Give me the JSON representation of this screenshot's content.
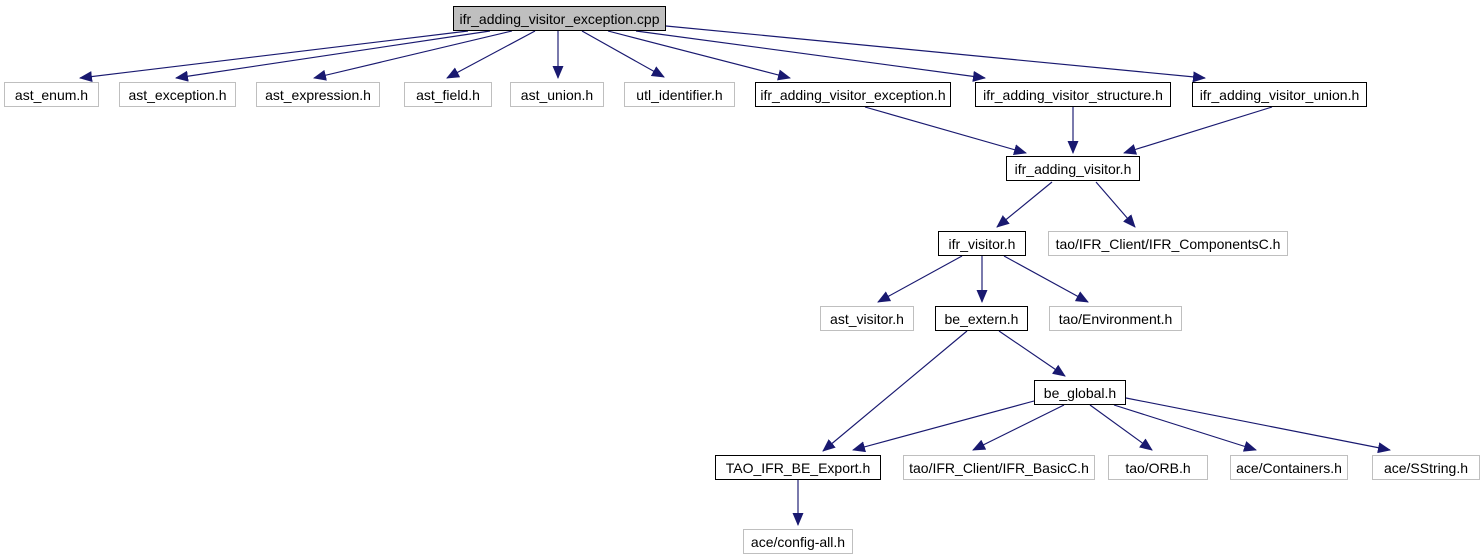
{
  "diagram": {
    "type": "include-dependency-graph",
    "colors": {
      "background": "#ffffff",
      "edge": "#191970",
      "node_fill": "#ffffff",
      "root_fill": "#bfbfbf",
      "linked_border": "#000000",
      "plain_border": "#bfbfbf",
      "text": "#000000"
    },
    "nodes": [
      {
        "id": "root",
        "label": "ifr_adding_visitor_exception.cpp",
        "kind": "root"
      },
      {
        "id": "ast-enum",
        "label": "ast_enum.h",
        "kind": "plain"
      },
      {
        "id": "ast-exception",
        "label": "ast_exception.h",
        "kind": "plain"
      },
      {
        "id": "ast-expression",
        "label": "ast_expression.h",
        "kind": "plain"
      },
      {
        "id": "ast-field",
        "label": "ast_field.h",
        "kind": "plain"
      },
      {
        "id": "ast-union",
        "label": "ast_union.h",
        "kind": "plain"
      },
      {
        "id": "utl-identifier",
        "label": "utl_identifier.h",
        "kind": "plain"
      },
      {
        "id": "ifr-ave",
        "label": "ifr_adding_visitor_exception.h",
        "kind": "linked"
      },
      {
        "id": "ifr-avs",
        "label": "ifr_adding_visitor_structure.h",
        "kind": "linked"
      },
      {
        "id": "ifr-avu",
        "label": "ifr_adding_visitor_union.h",
        "kind": "linked"
      },
      {
        "id": "ifr-av",
        "label": "ifr_adding_visitor.h",
        "kind": "linked"
      },
      {
        "id": "ifr-visitor",
        "label": "ifr_visitor.h",
        "kind": "linked"
      },
      {
        "id": "ifr-componentsc",
        "label": "tao/IFR_Client/IFR_ComponentsC.h",
        "kind": "plain"
      },
      {
        "id": "ast-visitor",
        "label": "ast_visitor.h",
        "kind": "plain"
      },
      {
        "id": "be-extern",
        "label": "be_extern.h",
        "kind": "linked"
      },
      {
        "id": "tao-environment",
        "label": "tao/Environment.h",
        "kind": "plain"
      },
      {
        "id": "be-global",
        "label": "be_global.h",
        "kind": "linked"
      },
      {
        "id": "tao-ifr-export",
        "label": "TAO_IFR_BE_Export.h",
        "kind": "linked"
      },
      {
        "id": "ifr-basicc",
        "label": "tao/IFR_Client/IFR_BasicC.h",
        "kind": "plain"
      },
      {
        "id": "tao-orb",
        "label": "tao/ORB.h",
        "kind": "plain"
      },
      {
        "id": "ace-containers",
        "label": "ace/Containers.h",
        "kind": "plain"
      },
      {
        "id": "ace-sstring",
        "label": "ace/SString.h",
        "kind": "plain"
      },
      {
        "id": "ace-config-all",
        "label": "ace/config-all.h",
        "kind": "plain"
      }
    ],
    "edges": [
      {
        "from": "root",
        "to": "ast-enum"
      },
      {
        "from": "root",
        "to": "ast-exception"
      },
      {
        "from": "root",
        "to": "ast-expression"
      },
      {
        "from": "root",
        "to": "ast-field"
      },
      {
        "from": "root",
        "to": "ast-union"
      },
      {
        "from": "root",
        "to": "utl-identifier"
      },
      {
        "from": "root",
        "to": "ifr-ave"
      },
      {
        "from": "root",
        "to": "ifr-avs"
      },
      {
        "from": "root",
        "to": "ifr-avu"
      },
      {
        "from": "ifr-ave",
        "to": "ifr-av"
      },
      {
        "from": "ifr-avs",
        "to": "ifr-av"
      },
      {
        "from": "ifr-avu",
        "to": "ifr-av"
      },
      {
        "from": "ifr-av",
        "to": "ifr-visitor"
      },
      {
        "from": "ifr-av",
        "to": "ifr-componentsc"
      },
      {
        "from": "ifr-visitor",
        "to": "ast-visitor"
      },
      {
        "from": "ifr-visitor",
        "to": "be-extern"
      },
      {
        "from": "ifr-visitor",
        "to": "tao-environment"
      },
      {
        "from": "be-extern",
        "to": "tao-ifr-export"
      },
      {
        "from": "be-extern",
        "to": "be-global"
      },
      {
        "from": "be-global",
        "to": "tao-ifr-export"
      },
      {
        "from": "be-global",
        "to": "ifr-basicc"
      },
      {
        "from": "be-global",
        "to": "tao-orb"
      },
      {
        "from": "be-global",
        "to": "ace-containers"
      },
      {
        "from": "be-global",
        "to": "ace-sstring"
      },
      {
        "from": "tao-ifr-export",
        "to": "ace-config-all"
      }
    ]
  }
}
